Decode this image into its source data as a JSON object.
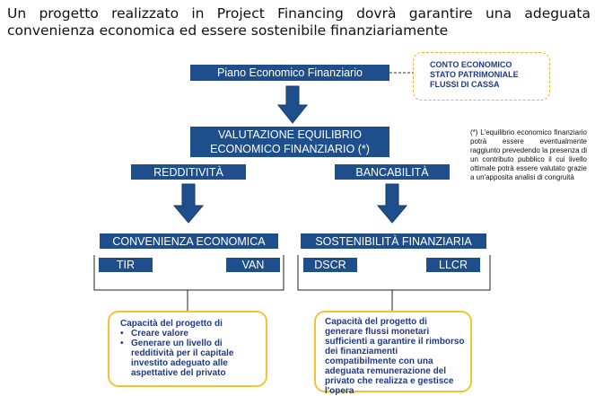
{
  "title": "Un progetto realizzato in Project Financing dovrà garantire una adeguata convenienza economica ed essere sostenibile finanziariamente",
  "piano": "Piano Economico Finanziario",
  "side_box": [
    "CONTO ECONOMICO",
    "STATO PATRIMONIALE",
    "FLUSSI DI CASSA"
  ],
  "valutazione_line1": "VALUTAZIONE EQUILIBRIO",
  "valutazione_line2": "ECONOMICO FINANZIARIO (*)",
  "footnote": "(*) L'equilibrio economico finanziario potrà essere eventualmente raggiunto prevedendo la presenza di un contributo pubblico il cui livello ottimale potrà essere valutato grazie a un'apposita analisi di congruità",
  "redditivita": "REDDITIVITÀ",
  "bancabilita": "BANCABILITÀ",
  "convenienza": "CONVENIENZA ECONOMICA",
  "sostenibilita": "SOSTENIBILITÀ FINANZIARIA",
  "tir": "TIR",
  "van": "VAN",
  "dscr": "DSCR",
  "llcr": "LLCR",
  "left_box": {
    "heading": "Capacità del progetto di",
    "items": [
      "Creare valore",
      "Generare un livello di redditività per il capitale investito adeguato alle aspettative del privato"
    ]
  },
  "right_box": "Capacità del progetto di generare flussi monetari sufficienti a garantire il rimborso dei finanziamenti compatibilmente con una adeguata remunerazione del privato che realizza e gestisce l'opera",
  "colors": {
    "navy": "#1f4e8c",
    "yellow_border": "#f5c230",
    "text_blue": "#1f3a8a"
  }
}
